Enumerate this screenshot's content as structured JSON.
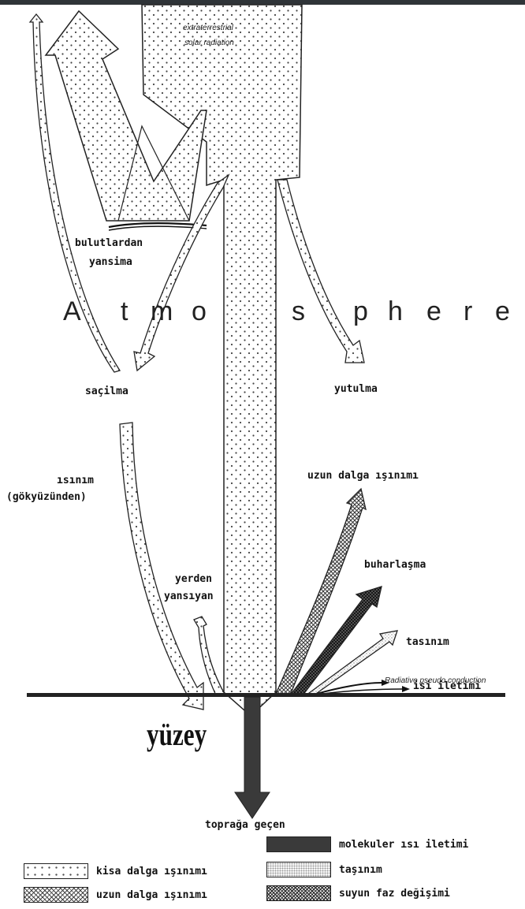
{
  "diagram": {
    "top_label_line1": "extraterrestrial",
    "top_label_line2": "solar radiation",
    "clouds_reflection_line1": "bulutlardan",
    "clouds_reflection_line2": "yansima",
    "atmosphere_letters": [
      "A",
      "t",
      "m",
      "o",
      "s",
      "p",
      "h",
      "e",
      "r",
      "e"
    ],
    "scattering": "saçilma",
    "absorption": "yutulma",
    "sky_radiation_line1": "ısınım",
    "sky_radiation_line2": "(gökyüzünden)",
    "ground_reflected_line1": "yerden",
    "ground_reflected_line2": "yansıyan",
    "longwave_radiation": "uzun dalga ışınımı",
    "evaporation": "buharlaşma",
    "convection": "tasınım",
    "pseudo_conduction": "Radiative pseudo conduction",
    "heat_conduction": "isi iletimi",
    "surface": "yüzey",
    "into_ground": "toprağa geçen"
  },
  "legend": {
    "shortwave": "kisa dalga ışınımı",
    "longwave": "uzun dalga ışınımı",
    "molecular_conduction": "molekuler ısı iletimi",
    "convection": "taşınım",
    "phase_change": "suyun faz değişimi"
  }
}
